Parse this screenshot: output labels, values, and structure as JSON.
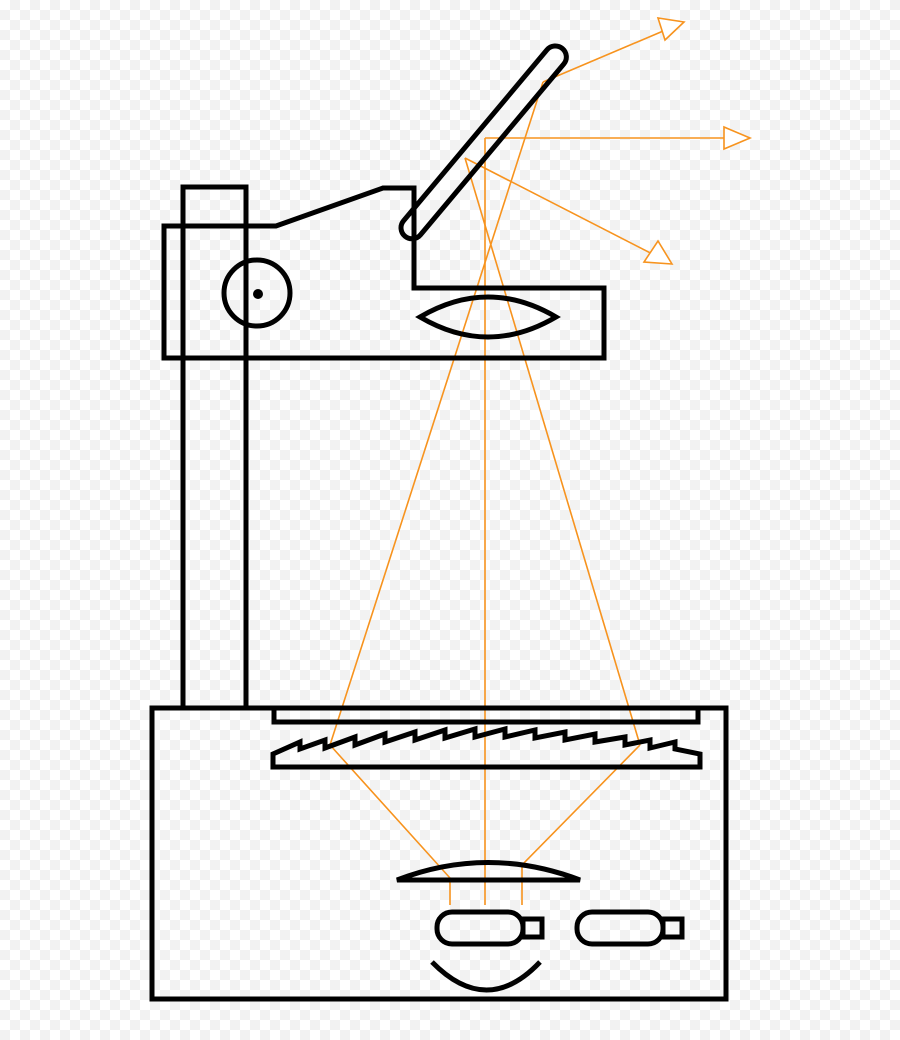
{
  "colors": {
    "outline": "#000000",
    "light_rays": "#f7931e",
    "background": "#ffffff",
    "checker": "#f2f2f2"
  },
  "components": [
    "vertical-column",
    "projector-head",
    "tilted-mirror",
    "rotation-knob",
    "projection-lens",
    "base-housing",
    "glass-stage",
    "fresnel-lens",
    "condenser-lens",
    "lamp",
    "spare-lamp",
    "reflector"
  ],
  "ray_outputs": 3
}
